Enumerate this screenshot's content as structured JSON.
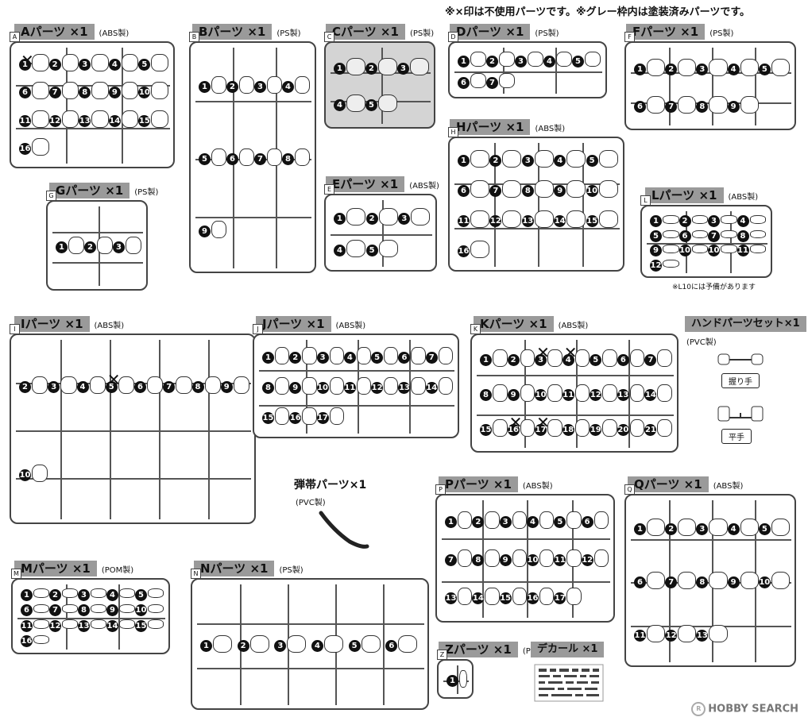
{
  "top_note": "※×印は不使用パーツです。※グレー枠内は塗装済みパーツです。",
  "runners": [
    {
      "id": "A",
      "title": "Aパーツ ×1",
      "material": "(ABS製)",
      "tag": "A",
      "grey": false,
      "nums": [
        "1",
        "2",
        "3",
        "4",
        "5",
        "6",
        "7",
        "8",
        "9",
        "10",
        "11",
        "12",
        "13",
        "14",
        "15",
        "16"
      ],
      "unused": [
        "1"
      ]
    },
    {
      "id": "B",
      "title": "Bパーツ ×1",
      "material": "(PS製)",
      "tag": "B",
      "grey": false,
      "nums": [
        "1",
        "2",
        "3",
        "4",
        "5",
        "6",
        "7",
        "8",
        "9"
      ],
      "unused": []
    },
    {
      "id": "C",
      "title": "Cパーツ ×1",
      "material": "(PS製)",
      "tag": "C",
      "grey": true,
      "nums": [
        "1",
        "2",
        "3",
        "4",
        "5"
      ],
      "unused": []
    },
    {
      "id": "D",
      "title": "Dパーツ ×1",
      "material": "(PS製)",
      "tag": "D",
      "grey": false,
      "nums": [
        "1",
        "2",
        "3",
        "4",
        "5",
        "6",
        "7"
      ],
      "unused": []
    },
    {
      "id": "F",
      "title": "Fパーツ ×1",
      "material": "(PS製)",
      "tag": "F",
      "grey": false,
      "nums": [
        "1",
        "2",
        "3",
        "4",
        "5",
        "6",
        "7",
        "8",
        "9"
      ],
      "unused": []
    },
    {
      "id": "G",
      "title": "Gパーツ ×1",
      "material": "(PS製)",
      "tag": "G",
      "grey": false,
      "nums": [
        "1",
        "2",
        "3"
      ],
      "unused": []
    },
    {
      "id": "E",
      "title": "Eパーツ ×1",
      "material": "(ABS製)",
      "tag": "E",
      "grey": false,
      "nums": [
        "1",
        "2",
        "3",
        "4",
        "5"
      ],
      "unused": []
    },
    {
      "id": "H",
      "title": "Hパーツ ×1",
      "material": "(ABS製)",
      "tag": "H",
      "grey": false,
      "nums": [
        "1",
        "2",
        "3",
        "4",
        "5",
        "6",
        "7",
        "8",
        "9",
        "10",
        "11",
        "12",
        "13",
        "14",
        "15",
        "16"
      ],
      "unused": []
    },
    {
      "id": "L",
      "title": "Lパーツ ×1",
      "material": "(ABS製)",
      "tag": "L",
      "grey": false,
      "nums": [
        "1",
        "2",
        "3",
        "4",
        "5",
        "6",
        "7",
        "8",
        "9",
        "10",
        "10",
        "11",
        "12"
      ],
      "unused": [],
      "note": "※L10には予備があります"
    },
    {
      "id": "I",
      "title": "Iパーツ ×1",
      "material": "(ABS製)",
      "tag": "I",
      "grey": false,
      "nums": [
        "2",
        "3",
        "4",
        "5",
        "6",
        "7",
        "8",
        "9",
        "10"
      ],
      "unused": [
        "5"
      ]
    },
    {
      "id": "J",
      "title": "Jパーツ ×1",
      "material": "(ABS製)",
      "tag": "J",
      "grey": false,
      "nums": [
        "1",
        "2",
        "3",
        "4",
        "5",
        "6",
        "7",
        "8",
        "9",
        "10",
        "11",
        "12",
        "13",
        "14",
        "15",
        "16",
        "17"
      ],
      "unused": []
    },
    {
      "id": "K",
      "title": "Kパーツ ×1",
      "material": "(ABS製)",
      "tag": "K",
      "grey": false,
      "nums": [
        "1",
        "2",
        "3",
        "4",
        "5",
        "6",
        "7",
        "8",
        "9",
        "10",
        "11",
        "12",
        "13",
        "14",
        "15",
        "16",
        "17",
        "18",
        "19",
        "20",
        "21"
      ],
      "unused": [
        "3",
        "4",
        "16",
        "17"
      ]
    },
    {
      "id": "M",
      "title": "Mパーツ ×1",
      "material": "(POM製)",
      "tag": "M",
      "grey": false,
      "nums": [
        "1",
        "2",
        "3",
        "4",
        "5",
        "6",
        "7",
        "8",
        "9",
        "10",
        "11",
        "12",
        "13",
        "14",
        "15",
        "16"
      ],
      "unused": []
    },
    {
      "id": "N",
      "title": "Nパーツ ×1",
      "material": "(PS製)",
      "tag": "N",
      "grey": false,
      "nums": [
        "1",
        "2",
        "3",
        "4",
        "5",
        "6"
      ],
      "unused": []
    },
    {
      "id": "P",
      "title": "Pパーツ ×1",
      "material": "(ABS製)",
      "tag": "P",
      "grey": false,
      "nums": [
        "1",
        "2",
        "3",
        "4",
        "5",
        "6",
        "7",
        "8",
        "9",
        "10",
        "11",
        "12",
        "13",
        "14",
        "15",
        "16",
        "17"
      ],
      "unused": []
    },
    {
      "id": "Q",
      "title": "Qパーツ ×1",
      "material": "(ABS製)",
      "tag": "Q",
      "grey": false,
      "nums": [
        "1",
        "2",
        "3",
        "4",
        "5",
        "6",
        "7",
        "8",
        "9",
        "10",
        "11",
        "12",
        "13"
      ],
      "unused": []
    },
    {
      "id": "Z",
      "title": "Zパーツ ×1",
      "material": "(PS製)",
      "tag": "Z",
      "grey": false,
      "nums": [
        "1"
      ],
      "unused": []
    }
  ],
  "hand_set": {
    "title": "ハンドパーツセット×1",
    "material": "(PVC製)",
    "grip_label": "握り手",
    "flat_label": "平手"
  },
  "bandolier": {
    "title": "弾帯パーツ×1",
    "material": "(PVC製)"
  },
  "decal": {
    "title": "デカール ×1"
  },
  "watermark": "HOBBY SEARCH",
  "watermark_mark": "R"
}
